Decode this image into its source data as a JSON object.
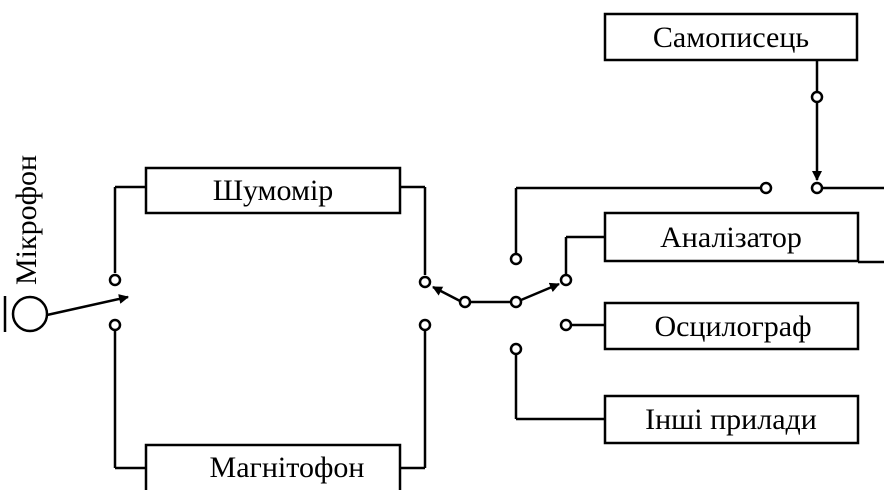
{
  "microphone": {
    "label": "Мікрофон"
  },
  "blocks": {
    "noise_meter": "Шумомір",
    "tape_recorder": "Магнітофон",
    "recorder": "Самописець",
    "analyzer": "Аналізатор",
    "oscillograph": "Осцилограф",
    "other_devices": "Інші прилади"
  }
}
